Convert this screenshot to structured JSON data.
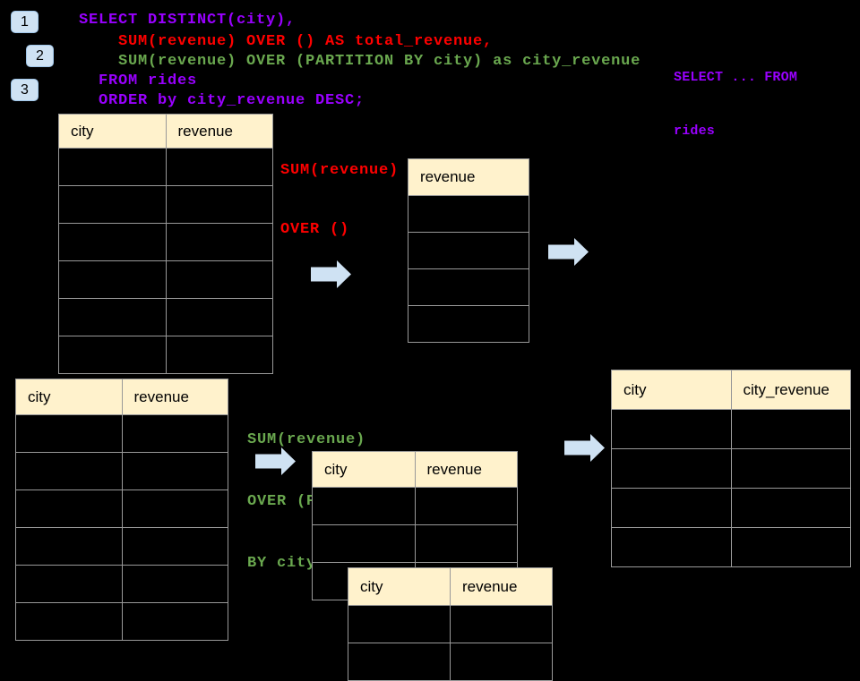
{
  "colors": {
    "background": "#000000",
    "sql_purple": "#9900FF",
    "sql_red": "#FF0000",
    "sql_green": "#6AA84F",
    "arrow_blue": "#CFE2F3",
    "badge_blue": "#CFE2F3",
    "table_header_fill": "#FFF2CC",
    "table_border": "#999999"
  },
  "step_badges": [
    {
      "label": "1"
    },
    {
      "label": "2"
    },
    {
      "label": "3"
    }
  ],
  "sql_code": {
    "lines": [
      {
        "text": "SELECT DISTINCT(city),",
        "color": "purple"
      },
      {
        "text": "SUM(revenue) OVER () AS total_revenue,",
        "color": "red"
      },
      {
        "text": "SUM(revenue) OVER (PARTITION BY city) as city_revenue",
        "color": "green"
      },
      {
        "text": "FROM rides",
        "color": "purple"
      },
      {
        "text": "ORDER by city_revenue DESC;",
        "color": "purple"
      }
    ]
  },
  "side_note": {
    "lines": [
      "SELECT ... FROM",
      "rides"
    ]
  },
  "annotations": {
    "total_label": {
      "lines": [
        "SUM(revenue)",
        "OVER ()"
      ],
      "color": "red"
    },
    "partition_label": {
      "lines": [
        "SUM(revenue)",
        "OVER (PARTITION",
        "BY city)"
      ],
      "color": "green"
    }
  },
  "tables": {
    "rides_top": {
      "headers": [
        "city",
        "revenue"
      ],
      "empty_rows": 6
    },
    "total_result": {
      "headers": [
        "revenue"
      ],
      "empty_rows": 4
    },
    "rides_bottom": {
      "headers": [
        "city",
        "revenue"
      ],
      "empty_rows": 6
    },
    "partition_mid": {
      "headers": [
        "city",
        "revenue"
      ],
      "empty_rows": 3
    },
    "partition_overlay": {
      "headers": [
        "city",
        "revenue"
      ],
      "empty_rows": 2
    },
    "city_revenue_result": {
      "headers": [
        "city",
        "city_revenue"
      ],
      "empty_rows": 4
    }
  }
}
